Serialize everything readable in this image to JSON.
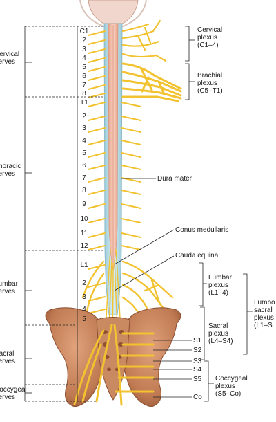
{
  "left_groups": {
    "cervical": "Cervical\nnerves",
    "thoracic": "Thoracic\nnerves",
    "lumbar": "Lumbar\nnerves",
    "sacral": "Sacral\nnerves",
    "coccygeal": "Coccygeal\nnerves"
  },
  "vertebral_labels": {
    "cervical": [
      "C1",
      "2",
      "3",
      "4",
      "5",
      "6",
      "7",
      "8"
    ],
    "thoracic": [
      "T1",
      "2",
      "3",
      "4",
      "5",
      "6",
      "7",
      "8",
      "9",
      "10",
      "11",
      "12"
    ],
    "lumbar": [
      "L1",
      "2",
      "3",
      "4",
      "5"
    ]
  },
  "right_labels": {
    "cervical_plexus": "Cervical\nplexus\n(C1–4)",
    "brachial_plexus": "Brachial\nplexus\n(C5–T1)",
    "dura_mater": "Dura mater",
    "conus_medullaris": "Conus medullaris",
    "cauda_equina": "Cauda equina",
    "lumbar_plexus": "Lumbar\nplexus\n(L1–4)",
    "lumbosacral_plexus": "Lumbo\nsacral\nplexus\n(L1–S",
    "sacral_roots": [
      "S1",
      "S2",
      "S3",
      "S4",
      "S5",
      "Co"
    ],
    "sacral_plexus": "Sacral\nplexus\n(L4–S4)",
    "coccygeal_plexus": "Coccygeal\nplexus\n(S5–Co)"
  },
  "colors": {
    "nerve": "#f2c230",
    "nerve_dark": "#c9951a",
    "dura": "#b5dbe6",
    "cord": "#f1b8a2",
    "bone": "#c47f58",
    "bone_dark": "#8d4f31",
    "line": "#222222"
  }
}
